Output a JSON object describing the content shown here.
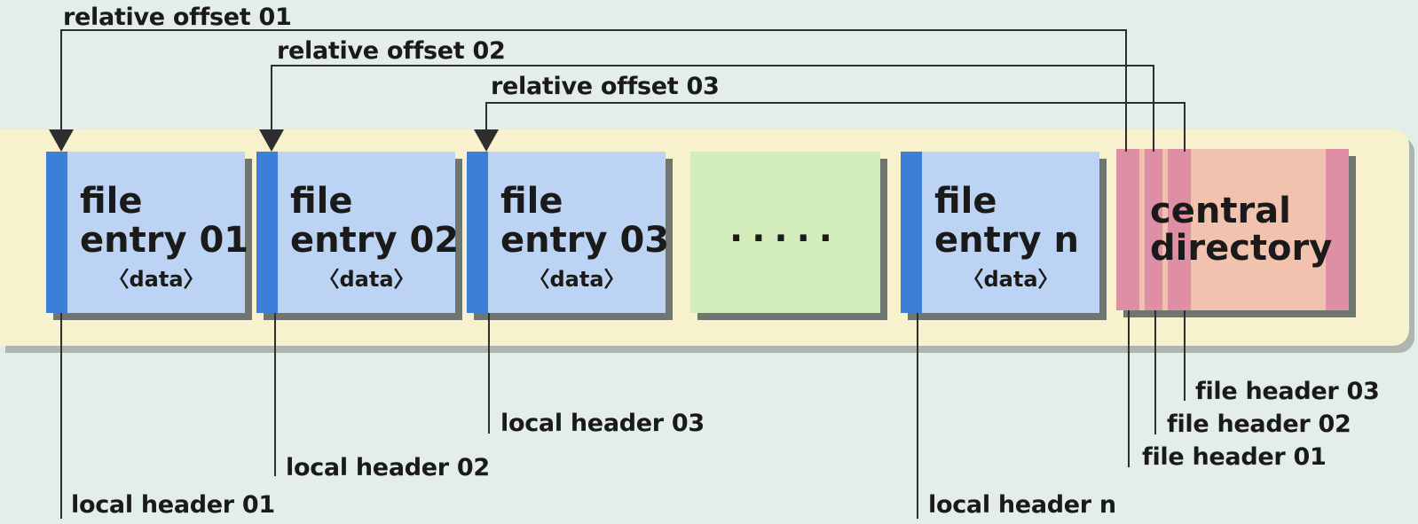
{
  "offsets": {
    "o1": "relative offset 01",
    "o2": "relative offset 02",
    "o3": "relative offset 03"
  },
  "entries": [
    {
      "line1": "file",
      "line2": "entry 01",
      "line3": "〈data〉"
    },
    {
      "line1": "file",
      "line2": "entry 02",
      "line3": "〈data〉"
    },
    {
      "line1": "file",
      "line2": "entry 03",
      "line3": "〈data〉"
    },
    {
      "line1": "file",
      "line2": "entry n",
      "line3": "〈data〉"
    }
  ],
  "ellipsis": ".....",
  "central": {
    "line1": "central",
    "line2": "directory"
  },
  "local_headers": {
    "h1": "local header 01",
    "h2": "local header 02",
    "h3": "local header 03",
    "hn": "local header n"
  },
  "file_headers": {
    "f1": "file header 01",
    "f2": "file header 02",
    "f3": "file header 03"
  },
  "colors": {
    "entry_fill": "#bcd3f3",
    "entry_bar": "#3c7fd9",
    "ellipsis_fill": "#d3ecbb",
    "central_fill": "#f1c2ad",
    "central_stripe": "#de8fa3",
    "strip_fill": "#f8f1cd"
  }
}
